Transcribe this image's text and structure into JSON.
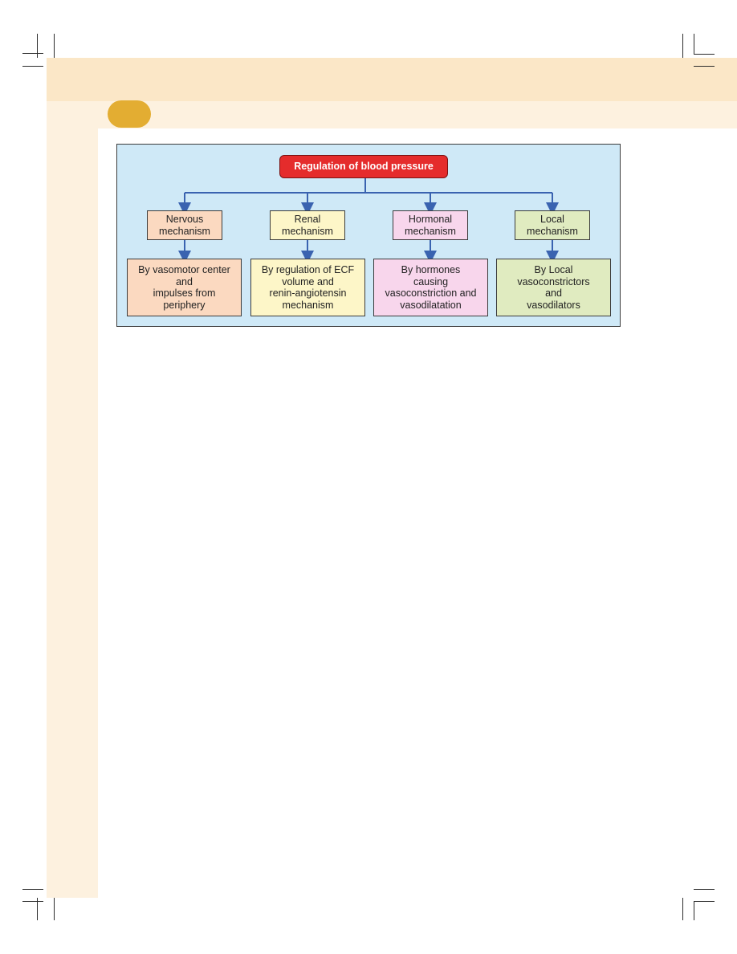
{
  "diagram": {
    "root": "Regulation of blood pressure",
    "branches": [
      {
        "label": "Nervous\nmechanism",
        "detail": "By vasomotor center\nand\nimpulses from\nperiphery",
        "mech_color": "#fbd9c0",
        "detail_color": "#fbd9c0"
      },
      {
        "label": "Renal\nmechanism",
        "detail": "By regulation of ECF\nvolume and\nrenin-angiotensin\nmechanism",
        "mech_color": "#fdf6c8",
        "detail_color": "#fdf6c8"
      },
      {
        "label": "Hormonal\nmechanism",
        "detail": "By hormones\ncausing\nvasoconstriction and\nvasodilatation",
        "mech_color": "#f8d6ec",
        "detail_color": "#f8d6ec"
      },
      {
        "label": "Local\nmechanism",
        "detail": "By Local\nvasoconstrictors\nand\nvasodilators",
        "mech_color": "#e0ebc0",
        "detail_color": "#e0ebc0"
      }
    ],
    "colors": {
      "background": "#cfe9f7",
      "root": "#e52c2c",
      "connector": "#3a63b0"
    }
  }
}
